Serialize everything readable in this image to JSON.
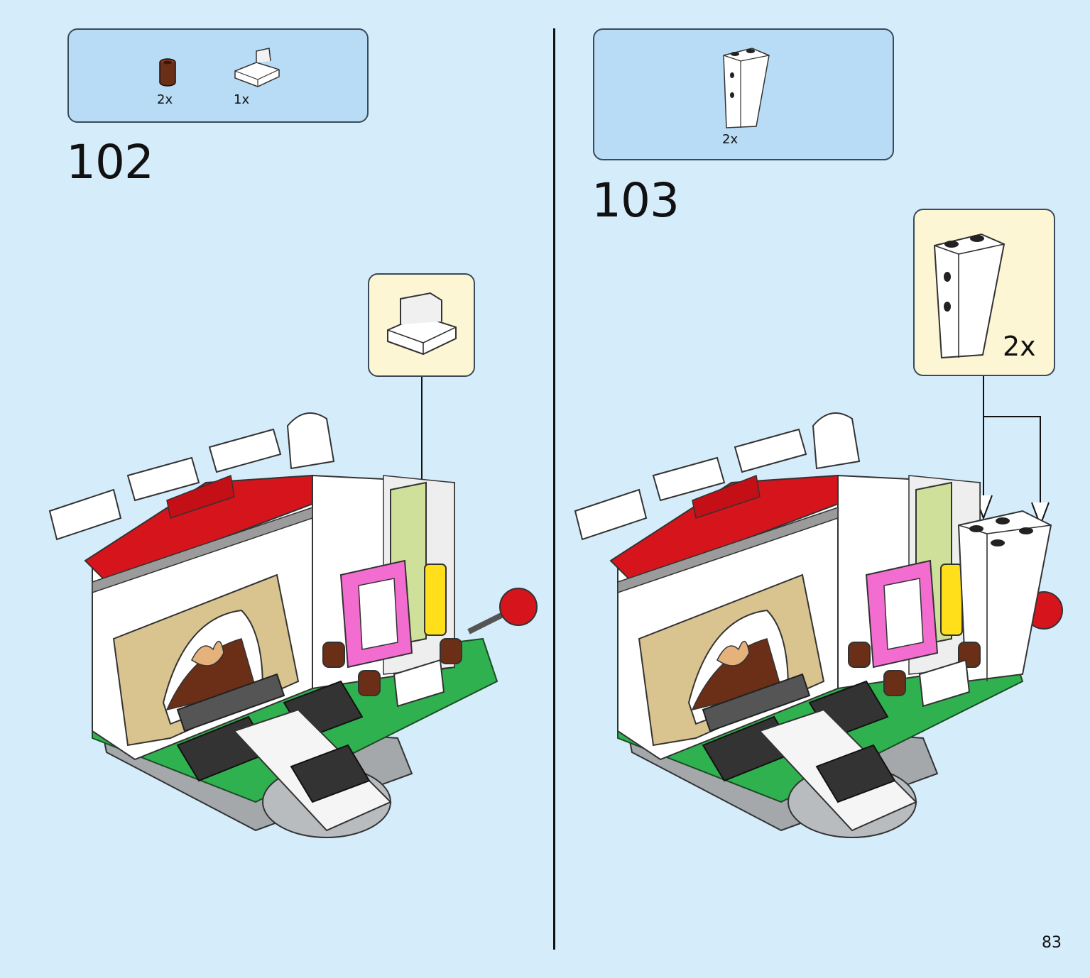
{
  "page": {
    "number": "83"
  },
  "steps": [
    {
      "number": "102",
      "parts": [
        {
          "icon": "round-brick-brown-icon",
          "qty": "2x"
        },
        {
          "icon": "bracket-plate-white-icon",
          "qty": "1x"
        }
      ],
      "callout": {
        "icon": "bracket-plate-white-icon",
        "qty": ""
      }
    },
    {
      "number": "103",
      "parts": [
        {
          "icon": "slope-brick-white-icon",
          "qty": "2x"
        }
      ],
      "callout": {
        "icon": "slope-brick-white-icon",
        "qty": "2x"
      }
    }
  ],
  "colors": {
    "page_bg": "#d5ecfb",
    "parts_box": "#b9dcf6",
    "callout_box": "#fdf6d5",
    "red_roof": "#d6141c",
    "tan": "#d9c38f",
    "pink": "#f36dd0",
    "yellow": "#ffdf1a",
    "lime": "#cfe09a",
    "green_base": "#2fb14f",
    "grey_base": "#9fa3a6",
    "brown": "#6b2e17"
  }
}
